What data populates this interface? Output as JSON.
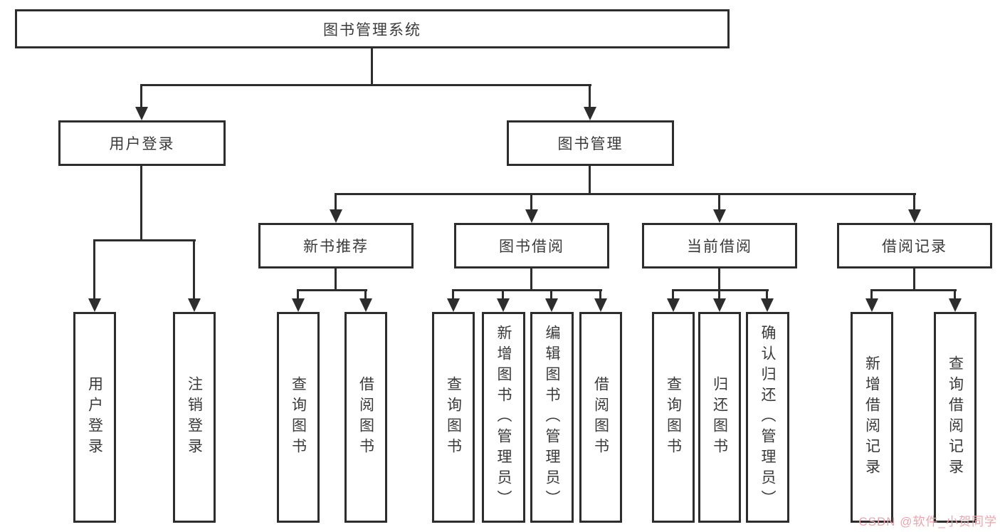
{
  "diagram": {
    "nodes": {
      "root": "图书管理系统",
      "login": "用户登录",
      "book_management": "图书管理",
      "new_book_recommend": "新书推荐",
      "book_borrowing": "图书借阅",
      "current_borrowing": "当前借阅",
      "borrow_records": "借阅记录",
      "user_login": "用户登录",
      "logout": "注销登录",
      "nbr_query_books": "查询图书",
      "nbr_borrow_books": "借阅图书",
      "bb_query_books": "查询图书",
      "bb_add_books_admin": "新增图书（管理员）",
      "bb_edit_books_admin": "编辑图书（管理员）",
      "bb_borrow_books": "借阅图书",
      "cb_query_books": "查询图书",
      "cb_return_books": "归还图书",
      "cb_confirm_return_admin": "确认归还（管理员）",
      "br_add_record": "新增借阅记录",
      "br_query_record": "查询借阅记录"
    },
    "colors": {
      "line": "#2d2d2d",
      "text": "#3a3a3a",
      "background": "#ffffff",
      "watermark": "#f0a3ac"
    }
  },
  "watermark": {
    "text": "CSDN @软件_小贺同学"
  }
}
